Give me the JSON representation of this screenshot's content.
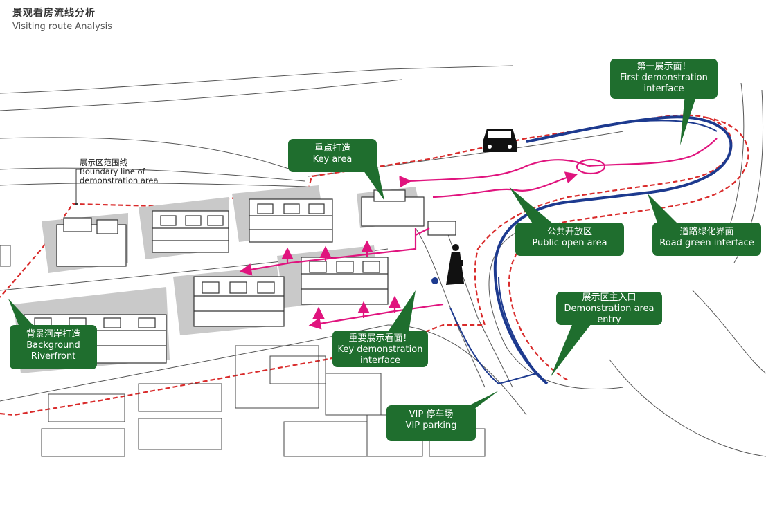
{
  "header": {
    "title_cn": "景观看房流线分析",
    "title_en": "Visiting route Analysis"
  },
  "boundary_label": {
    "cn": "展示区范围线",
    "en_line1": "Boundary line of",
    "en_line2": "demonstration area"
  },
  "callouts": {
    "first_interface": {
      "cn": "第一展示面！",
      "en1": "First demonstration",
      "en2": "interface"
    },
    "key_area": {
      "cn": "重点打造",
      "en1": "Key area"
    },
    "public_open": {
      "cn": "公共开放区",
      "en1": "Public open area"
    },
    "road_green": {
      "cn": "道路绿化界面",
      "en1": "Road green interface"
    },
    "entry": {
      "cn": "展示区主入口",
      "en1": "Demonstration area",
      "en2": "entry"
    },
    "key_interface": {
      "cn": "重要展示看面！",
      "en1": "Key demonstration",
      "en2": "interface"
    },
    "background_riverfront": {
      "cn": "背景河岸打造",
      "en1": "Background",
      "en2": "Riverfront"
    },
    "vip_parking": {
      "cn": "VIP 停车场",
      "en1": "VIP parking"
    }
  },
  "colors": {
    "callout_green": "#1f6e2e",
    "boundary_red": "#d92b2b",
    "vehicle_route_blue": "#1d3a8f",
    "pedestrian_route_pink": "#e0147e",
    "building_shadow": "#c9c9c9"
  }
}
